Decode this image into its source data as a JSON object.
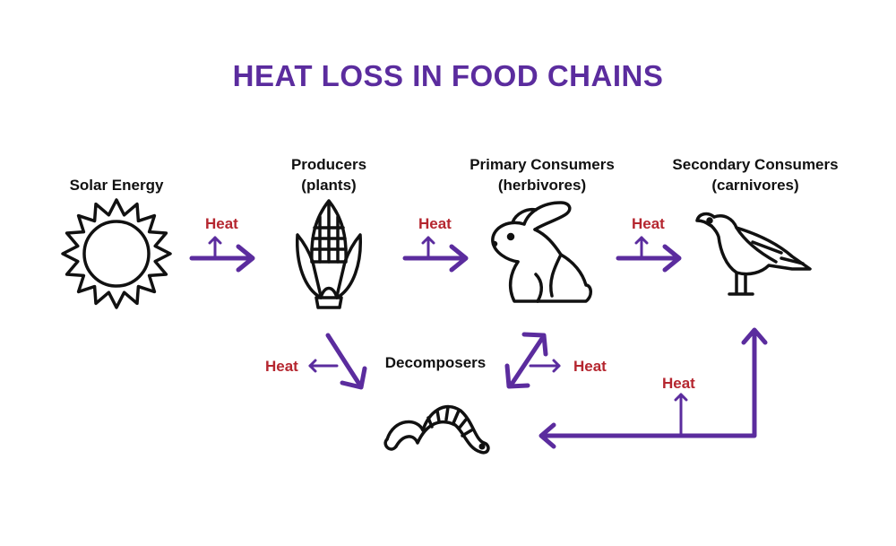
{
  "title": "HEAT LOSS IN FOOD CHAINS",
  "colors": {
    "title": "#5b2c9e",
    "arrow": "#5b2c9e",
    "heat_text": "#b5262f",
    "ink": "#111111"
  },
  "nodes": {
    "solar": {
      "line1": "Solar Energy",
      "icon": "sun-icon"
    },
    "producers": {
      "line1": "Producers",
      "line2": "(plants)",
      "icon": "corn-icon"
    },
    "primary": {
      "line1": "Primary Consumers",
      "line2": "(herbivores)",
      "icon": "rabbit-icon"
    },
    "secondary": {
      "line1": "Secondary Consumers",
      "line2": "(carnivores)",
      "icon": "hawk-icon"
    },
    "decomposers": {
      "line1": "Decomposers",
      "icon": "worm-icon"
    }
  },
  "heat_label": "Heat"
}
